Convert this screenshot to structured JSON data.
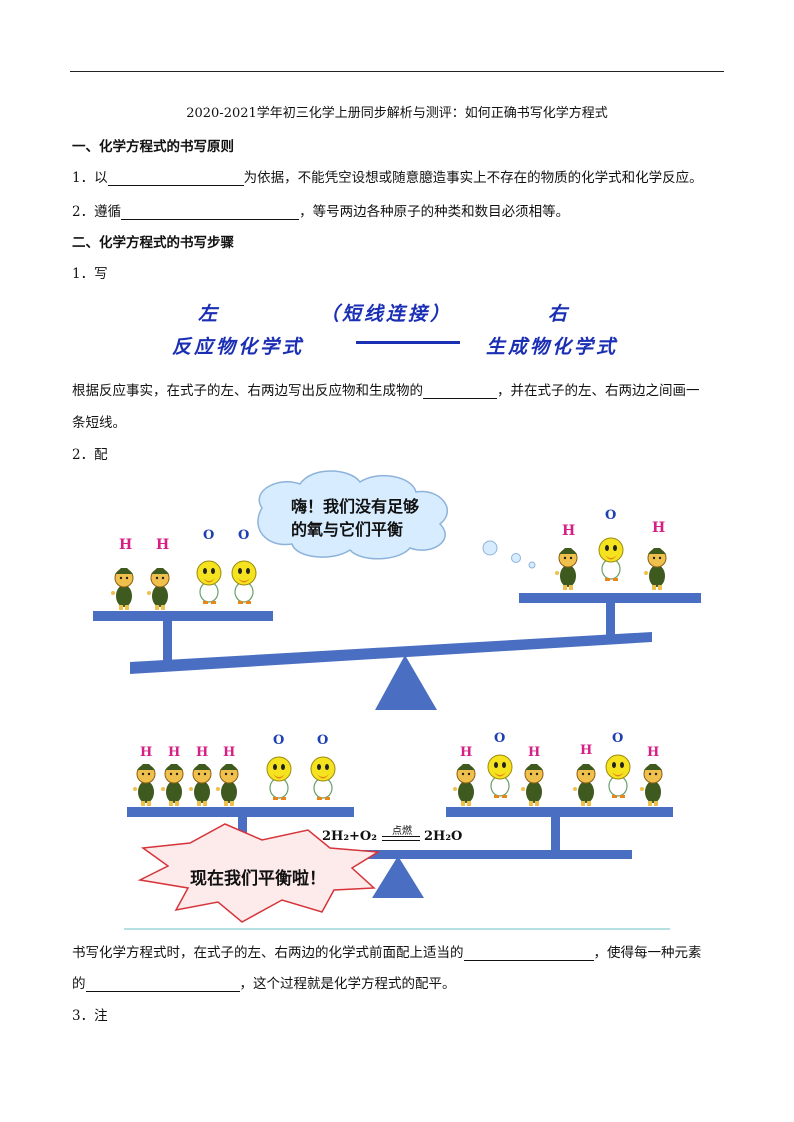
{
  "title": "2020-2021学年初三化学上册同步解析与测评：如何正确书写化学方程式",
  "section1": {
    "heading": "一、化学方程式的书写原则",
    "item1": {
      "num": "1．以",
      "rest": "为依据，不能凭空设想或随意臆造事实上不存在的物质的化学式和化学反应。"
    },
    "item2": {
      "num": "2．遵循",
      "rest": "，等号两边各种原子的种类和数目必须相等。"
    }
  },
  "section2": {
    "heading": "二、化学方程式的书写步骤",
    "step1": "1．写",
    "diagram": {
      "left": "左",
      "middle": "（短线连接）",
      "right": "右",
      "reactant": "反应物化学式",
      "product": "生成物化学式"
    },
    "para1_a": "根据反应事实，在式子的左、右两边写出反应物和生成物的",
    "para1_b": "，并在式子的左、右两边之间画一",
    "para1_c": "条短线。",
    "step2": "2．配",
    "bubble_line1": "嗨！我们没有足够",
    "bubble_line2": "的氧与它们平衡",
    "atom_h": "H",
    "atom_o": "O",
    "equation": {
      "left": "2H₂+O₂",
      "condition": "点燃",
      "right": "2H₂O"
    },
    "starburst": "现在我们平衡啦！",
    "para2_a": "书写化学方程式时，在式子的左、右两边的化学式前面配上适当的",
    "para2_b": "，使得每一种元素",
    "para2_c": "的",
    "para2_d": "，这个过程就是化学方程式的配平。",
    "step3": "3．注"
  },
  "colors": {
    "blue_text": "#1b2fb5",
    "h_label": "#d61f86",
    "o_label": "#1d3fb0",
    "beam": "#4a6fc2",
    "bubble": "#d8ecff",
    "starburst": "#fdeaea",
    "star_stroke": "#d6343a"
  }
}
